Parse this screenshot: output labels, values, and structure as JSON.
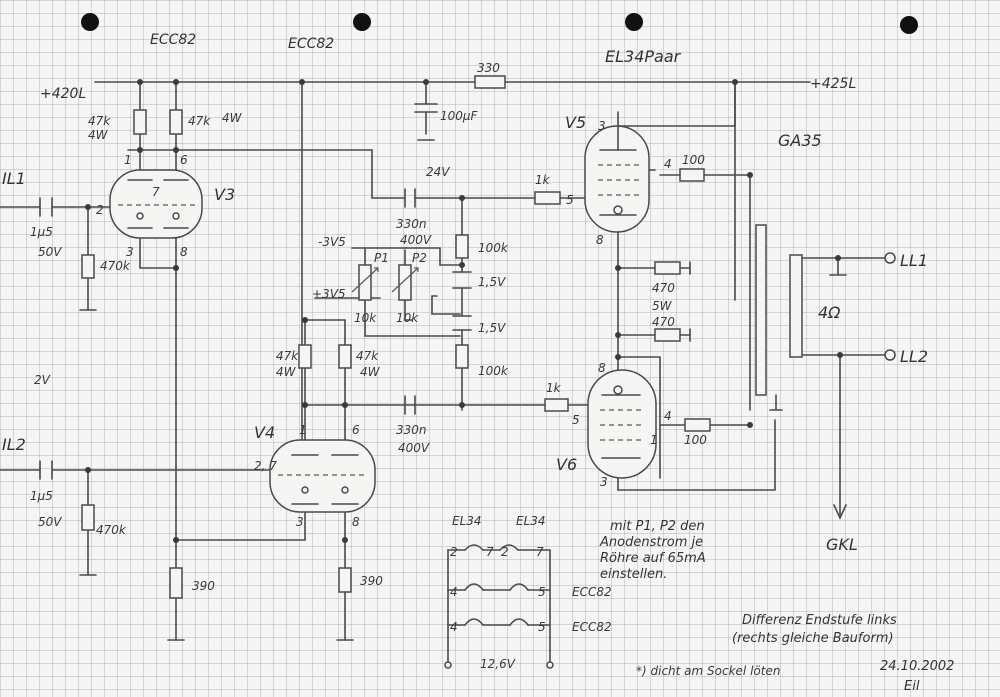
{
  "tubes": {
    "v3": {
      "name": "V3",
      "type": "ECC82",
      "pins": [
        "1",
        "6",
        "7",
        "2",
        "3",
        "8"
      ]
    },
    "v4": {
      "name": "V4",
      "type": "ECC82",
      "pins": [
        "1",
        "6",
        "2, 7",
        "3",
        "8"
      ]
    },
    "v5": {
      "name": "V5",
      "pins": [
        "3",
        "4",
        "5",
        "8"
      ]
    },
    "v6": {
      "name": "V6",
      "pins": [
        "8",
        "5",
        "4",
        "1",
        "3"
      ]
    },
    "pair": "EL34Paar"
  },
  "rails": {
    "plus420": "+420L",
    "plus425": "+425L",
    "minus3v5": "-3V5",
    "plus3v5": "+3V5"
  },
  "components": {
    "r330": "330",
    "c100uf": "100µF",
    "r47k_a": "47k",
    "r47k_a_w": "4W",
    "r47k_b": "47k",
    "r47k_b_w": "4W",
    "c1v5_a": "1µ5",
    "c1v5_a_v": "50V",
    "r470k_a": "470k",
    "c330n_a": "330n",
    "c330n_a_v": "400V",
    "c330n_b": "330n",
    "c330n_b_v": "400V",
    "c24": "24V",
    "r1k_a": "1k",
    "r1k_b": "1k",
    "r100_a": "100",
    "r100_b": "100",
    "p1": "P1",
    "p2": "P2",
    "r10k_a": "10k",
    "r10k_b": "10k",
    "r100k_a": "100k",
    "r100k_b": "100k",
    "c15v_a": "1,5V",
    "c15v_b": "1,5V",
    "r470_a": "470",
    "r470_w": "5W",
    "r470_b": "470",
    "r47k_c": "47k",
    "r47k_c_w": "4W",
    "r47k_d": "47k",
    "r47k_d_w": "4W",
    "c1v5_b": "1µ5",
    "c1v5_b_v": "50V",
    "r470k_b": "470k",
    "r390_a": "390",
    "r390_b": "390",
    "ohm4": "4Ω",
    "transformer": "GA35",
    "v2": "2V"
  },
  "ports": {
    "il1": "IL1",
    "il2": "IL2",
    "ll1": "LL1",
    "ll2": "LL2",
    "gkl": "GKL"
  },
  "heater": {
    "el34_a": "EL34",
    "el34_b": "EL34",
    "ecc82_a": "ECC82",
    "ecc82_b": "ECC82",
    "pins": [
      "2",
      "7",
      "2",
      "7",
      "4",
      "5",
      "4",
      "5"
    ],
    "voltage": "12,6V"
  },
  "notes": {
    "instruction": [
      "mit P1, P2 den",
      "Anodenstrom je",
      "Röhre auf 65mA",
      "einstellen."
    ],
    "title": "Differenz Endstufe links",
    "subtitle": "(rechts gleiche Bauform)",
    "footnote": "*) dicht am Sockel löten",
    "date": "24.10.2002",
    "signature": "Eil"
  }
}
